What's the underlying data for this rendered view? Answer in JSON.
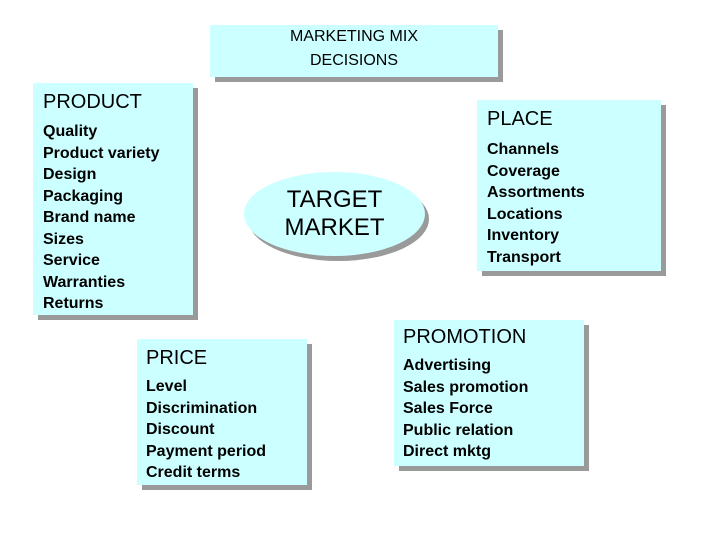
{
  "title": {
    "line1": "MARKETING  MIX",
    "line2": "DECISIONS"
  },
  "center": {
    "line1": "TARGET",
    "line2": "MARKET"
  },
  "product": {
    "heading": "PRODUCT",
    "items": [
      "Quality",
      "Product variety",
      "Design",
      "Packaging",
      "Brand name",
      "Sizes",
      "Service",
      "Warranties",
      "Returns"
    ]
  },
  "place": {
    "heading": "PLACE",
    "items": [
      "Channels",
      "Coverage",
      "Assortments",
      "Locations",
      "Inventory",
      "Transport"
    ]
  },
  "price": {
    "heading": "PRICE",
    "items": [
      "Level",
      "Discrimination",
      "Discount",
      "Payment period",
      "Credit terms"
    ]
  },
  "promotion": {
    "heading": "PROMOTION",
    "items": [
      "Advertising",
      "Sales promotion",
      "Sales Force",
      "Public relation",
      "Direct mktg"
    ]
  },
  "colors": {
    "box_fill": "#ccffff",
    "shadow": "#9a9a9a",
    "text": "#000000"
  }
}
